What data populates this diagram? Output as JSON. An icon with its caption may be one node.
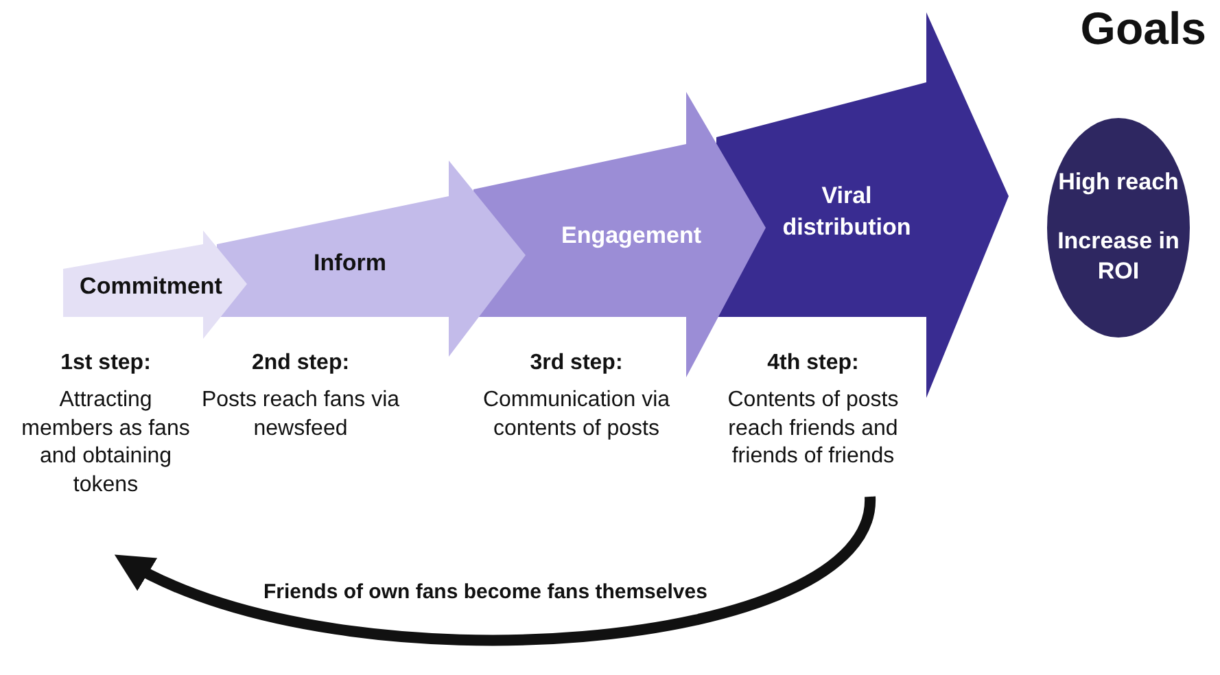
{
  "diagram": {
    "title": "Goals",
    "nodes": [
      {
        "text": [
          "Commitment"
        ],
        "beside": [
          "1st step:",
          "Attracting members as fans and obtaining tokens"
        ]
      },
      {
        "text": [
          "Inform"
        ],
        "beside": [
          "2nd step:",
          "Posts reach fans via newsfeed"
        ]
      },
      {
        "text": [
          "Engagement"
        ],
        "beside": [
          "3rd step:",
          "Communication via contents of posts"
        ]
      },
      {
        "text": [
          "Viral distribution"
        ],
        "beside": [
          "4th step:",
          "Contents of posts reach friends and friends of friends"
        ]
      },
      {
        "text": [
          "High reach",
          "Increase in ROI"
        ]
      }
    ],
    "edges": [
      {
        "from": 3,
        "to": 0,
        "arrow": "to",
        "label": "Friends of own fans become fans themselves"
      }
    ]
  }
}
